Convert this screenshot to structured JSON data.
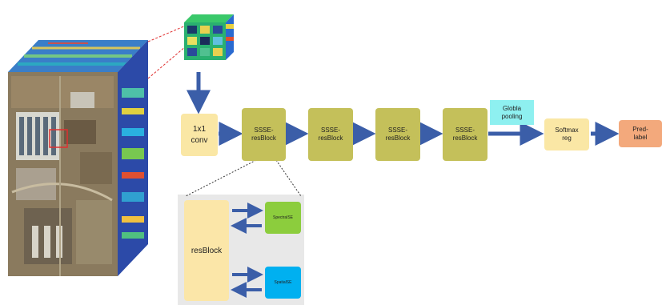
{
  "colors": {
    "arrow": "#3b5ea8",
    "olive_block": "#c4c05a",
    "light_yellow": "#fae7a5",
    "pred_orange": "#f3a97c",
    "pooling_cyan": "#8ef0f0",
    "spectral_green": "#8ccd3d",
    "spatial_blue": "#00b0f0",
    "connector_red": "#e03030"
  },
  "icons": {
    "hyperspectral_cube": "hyperspectral-cube-icon",
    "patch_cube": "patch-cube-icon"
  },
  "blocks": {
    "conv": "1x1\nconv",
    "ssse1": "SSSE-\nresBlock",
    "ssse2": "SSSE-\nresBlock",
    "ssse3": "SSSE-\nresBlock",
    "ssse4": "SSSE-\nresBlock",
    "pooling": "Globla\npooling",
    "softmax": "Softmax\nreg",
    "pred": "Pred-\nlabel"
  },
  "detail": {
    "resblock": "resBlock",
    "spectral": "SpectralSE",
    "spatial": "SpatialSE"
  }
}
